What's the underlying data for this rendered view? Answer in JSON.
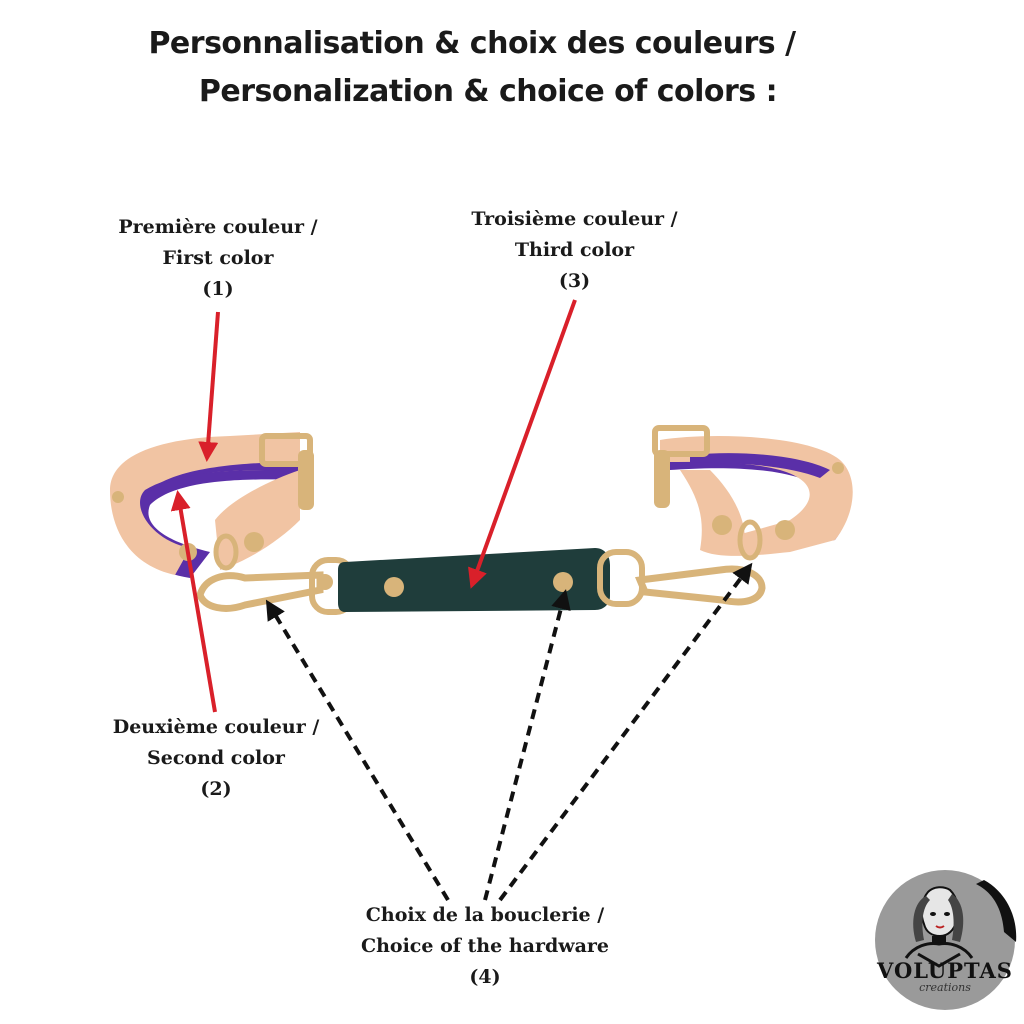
{
  "heading": {
    "line1": "Personnalisation & choix des couleurs /",
    "line2": "Personalization & choice of colors :"
  },
  "callouts": {
    "first": {
      "fr": "Première couleur /",
      "en": "First color",
      "num": "(1)"
    },
    "second": {
      "fr": "Deuxième couleur /",
      "en": "Second color",
      "num": "(2)"
    },
    "third": {
      "fr": "Troisième couleur /",
      "en": "Third color",
      "num": "(3)"
    },
    "hardware": {
      "fr": "Choix de la bouclerie /",
      "en": "Choice of the hardware",
      "num": "(4)"
    }
  },
  "logo": {
    "name": "VOLUPTAS",
    "tagline": "creations"
  },
  "colors": {
    "arrow_color": "#d9202a",
    "hardware_arrow": "#111111",
    "cuff_primary": "#f1c4a3",
    "cuff_secondary": "#5a2fa8",
    "strap_third": "#1f3d3b",
    "hardware_gold": "#d8b47a"
  }
}
